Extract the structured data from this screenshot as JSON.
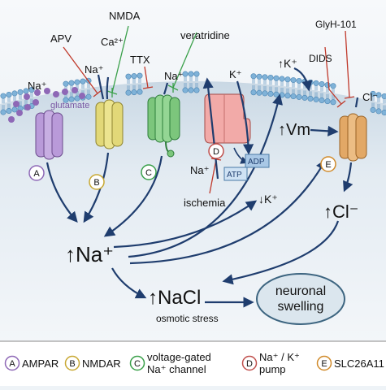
{
  "labels": {
    "na_a": "Na⁺",
    "glutamate": "glutamate",
    "apv": "APV",
    "nmda": "NMDA",
    "ca_b": "Ca²⁺",
    "na_b": "Na⁺",
    "ttx": "TTX",
    "veratridine": "veratridine",
    "na_c": "Na⁺",
    "k_d": "K⁺",
    "na_d": "Na⁺",
    "adp": "ADP",
    "atp": "ATP",
    "ischemia": "ischemia",
    "k_up": "↑K⁺",
    "k_down": "↓K⁺",
    "vm": "↑Vm",
    "glyh": "GlyH-101",
    "dids": "DIDS",
    "cl_e": "Cl⁻",
    "cl_up": "↑Cl⁻",
    "na_up": "↑Na⁺",
    "nacl": "↑NaCl",
    "osmotic": "osmotic stress",
    "swelling_1": "neuronal",
    "swelling_2": "swelling"
  },
  "channel_letters": [
    "A",
    "B",
    "C",
    "D",
    "E"
  ],
  "legend": [
    {
      "letter": "A",
      "lines": [
        "AMPAR"
      ],
      "color": "#8e68b6"
    },
    {
      "letter": "B",
      "lines": [
        "NMDAR"
      ],
      "color": "#c8a832"
    },
    {
      "letter": "C",
      "lines": [
        "voltage-gated",
        "Na⁺ channel"
      ],
      "color": "#3aa04a"
    },
    {
      "letter": "D",
      "lines": [
        "Na⁺ / K⁺",
        "pump"
      ],
      "color": "#c0504d"
    },
    {
      "letter": "E",
      "lines": [
        "SLC26A11"
      ],
      "color": "#d08a2a"
    }
  ],
  "colors": {
    "ampar": "#b99ad9",
    "nmdar": "#e8e08a",
    "nav": "#88cf88",
    "pump": "#f2aaa8",
    "slc": "#e8b878",
    "arrow": "#1f3d6e",
    "inhibit": "#c0392b",
    "stimulate": "#3aa04a",
    "glutamate_dots": "#8e68b6"
  }
}
